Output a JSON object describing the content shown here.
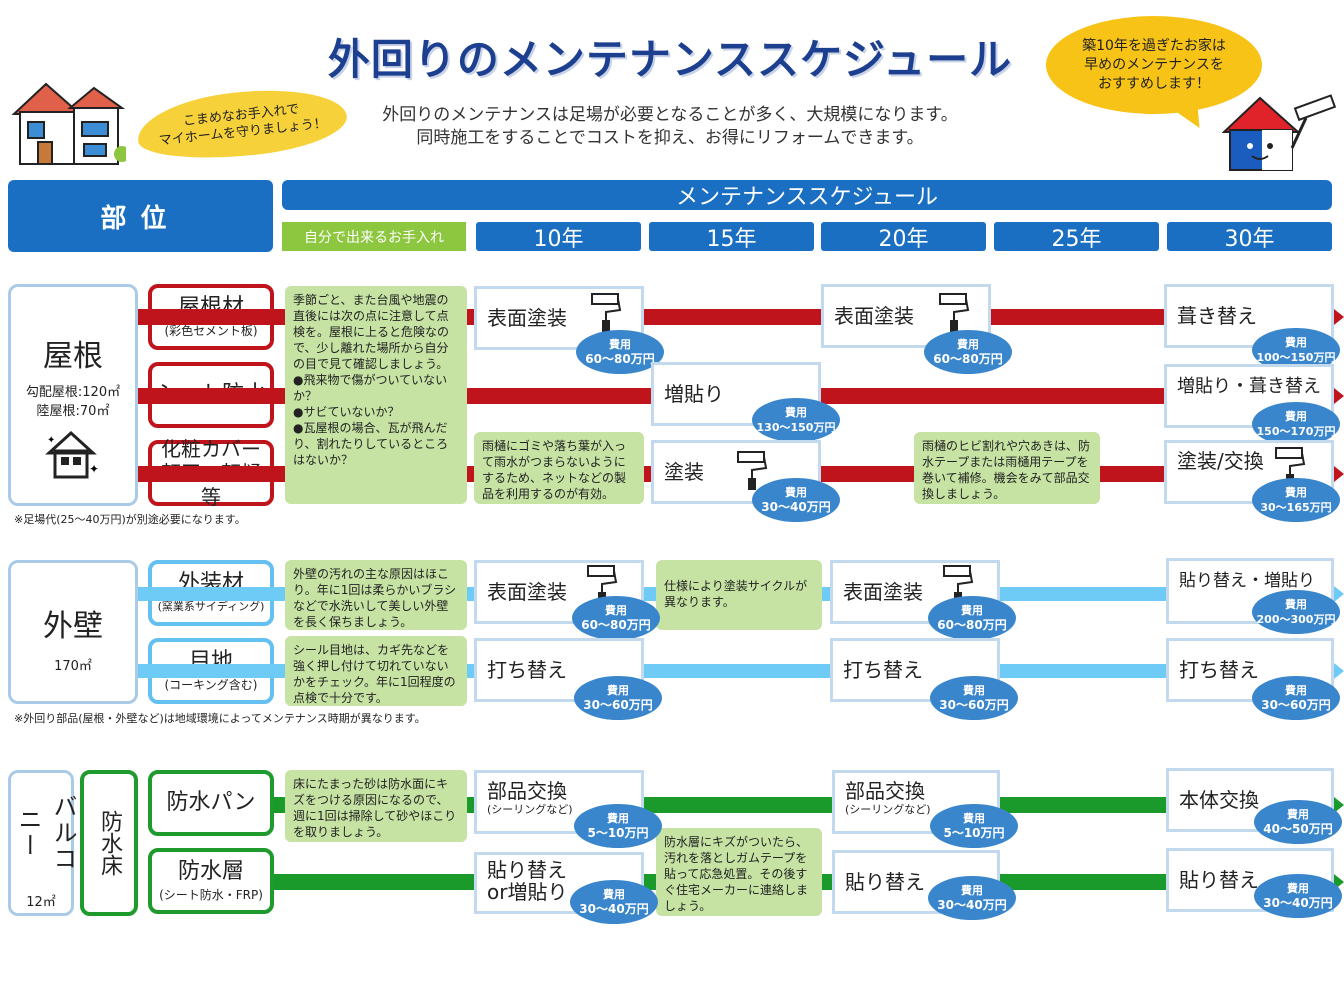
{
  "header": {
    "title": "外回りのメンテナンススケジュール",
    "speech_left": "こまめなお手入れで\nマイホームを守りましょう！",
    "intro_line1": "外回りのメンテナンスは足場が必要となることが多く、大規模になります。",
    "intro_line2": "同時施工をすることでコストを抑え、お得にリフォームできます。",
    "speech_right": "築10年を過ぎたお家は\n早めのメンテナンスを\nおすすめします！"
  },
  "table_header": {
    "part": "部位",
    "schedule": "メンテナンススケジュール",
    "self_care": "自分で出来るお手入れ",
    "years": [
      "10年",
      "15年",
      "20年",
      "25年",
      "30年"
    ]
  },
  "cost_label": "費用",
  "roof": {
    "name": "屋根",
    "area1": "勾配屋根:120㎡",
    "area2": "陸屋根:70㎡",
    "sub1_name": "屋根材",
    "sub1_note": "(彩色セメント板)",
    "sub2_name": "シート防水",
    "sub3_line1": "化粧カバー",
    "sub3_line2": "軒天・軒樋等",
    "note_main": "季節ごと、また台風や地震の直後には次の点に注意して点検を。屋根に上ると危険なので、少し離れた場所から自分の目で見て確認しましょう。\n●飛来物で傷がついていないか？\n●サビていないか？\n●瓦屋根の場合、瓦が飛んだり、割れたりしているところはないか？",
    "note_gutter": "雨樋にゴミや落ち葉が入って雨水がつまらないようにするため、ネットなどの製品を利用するのが有効。",
    "note_gutter2": "雨樋のヒビ割れや穴あきは、防水テープまたは雨樋用テープを巻いて補修。機会をみて部品交換しましょう。",
    "t1": "表面塗装",
    "c1": "60〜80万円",
    "t2": "表面塗装",
    "c2": "60〜80万円",
    "t3": "葺き替え",
    "c3": "100〜150万円",
    "t4": "増貼り",
    "c4": "130〜150万円",
    "t5": "増貼り・葺き替え",
    "c5": "150〜170万円",
    "t6": "塗装",
    "c6": "30〜40万円",
    "t7": "塗装/交換",
    "c7": "30〜165万円",
    "footnote": "※足場代(25〜40万円)が別途必要になります。"
  },
  "wall": {
    "name": "外壁",
    "area": "170㎡",
    "sub1_name": "外装材",
    "sub1_note": "(窯業系サイディング)",
    "sub2_name": "目地",
    "sub2_note": "(コーキング含む)",
    "note1": "外壁の汚れの主な原因はほこり。年に1回は柔らかいブラシなどで水洗いして美しい外壁を長く保ちましょう。",
    "note2": "シール目地は、カギ先などを強く押し付けて切れていないかをチェック。年に1回程度の点検で十分です。",
    "note_cycle": "仕様により塗装サイクルが異なります。",
    "t1": "表面塗装",
    "c1": "60〜80万円",
    "t2": "表面塗装",
    "c2": "60〜80万円",
    "t3": "貼り替え・増貼り",
    "c3": "200〜300万円",
    "t4": "打ち替え",
    "c4": "30〜60万円",
    "t5": "打ち替え",
    "c5": "30〜60万円",
    "t6": "打ち替え",
    "c6": "30〜60万円",
    "footnote": "※外回り部品(屋根・外壁など)は地域環境によってメンテナンス時期が異なります。"
  },
  "balcony": {
    "name": "バルコニー",
    "area": "12㎡",
    "floor": "防水床",
    "sub1_name": "防水パン",
    "sub2_name": "防水層",
    "sub2_note": "(シート防水・FRP)",
    "note1": "床にたまった砂は防水面にキズをつける原因になるので、週に1回は掃除して砂やほこりを取りましょう。",
    "note2": "防水層にキズがついたら、汚れを落としガムテープを貼って応急処置。その後すぐ住宅メーカーに連絡しましょう。",
    "t1": "部品交換",
    "t1_sub": "(シーリングなど)",
    "c1": "5〜10万円",
    "t2": "部品交換",
    "t2_sub": "(シーリングなど)",
    "c2": "5〜10万円",
    "t3": "本体交換",
    "c3": "40〜50万円",
    "t4_line1": "貼り替え",
    "t4_line2": "or増貼り",
    "c4": "30〜40万円",
    "t5": "貼り替え",
    "c5": "30〜40万円",
    "t6": "貼り替え",
    "c6": "30〜40万円"
  },
  "colors": {
    "blue": "#1a6fc2",
    "red": "#c0141c",
    "lightblue": "#6ecbf5",
    "green": "#199a2b",
    "note": "#c6e3a4",
    "yellow": "#f7c316"
  }
}
